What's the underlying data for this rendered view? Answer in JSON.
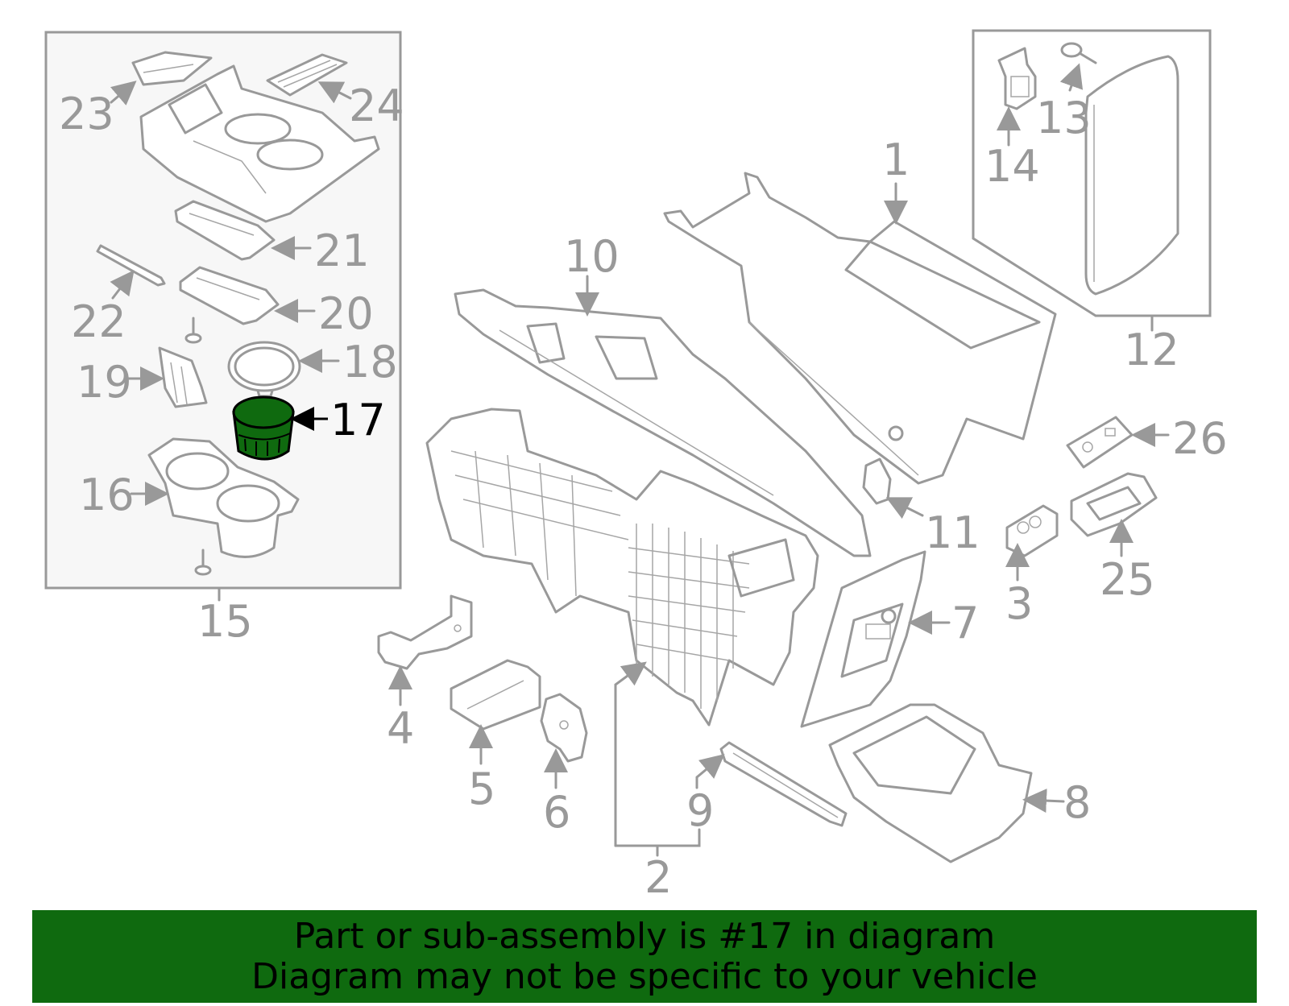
{
  "diagram": {
    "callouts": {
      "c1": "1",
      "c2": "2",
      "c3": "3",
      "c4": "4",
      "c5": "5",
      "c6": "6",
      "c7": "7",
      "c8": "8",
      "c9": "9",
      "c10": "10",
      "c11": "11",
      "c12": "12",
      "c13": "13",
      "c14": "14",
      "c15": "15",
      "c16": "16",
      "c17": "17",
      "c18": "18",
      "c19": "19",
      "c20": "20",
      "c21": "21",
      "c22": "22",
      "c23": "23",
      "c24": "24",
      "c25": "25",
      "c26": "26"
    },
    "highlighted_part": "17",
    "colors": {
      "line": "#999999",
      "highlight_fill": "#0f6a0f",
      "highlight_stroke": "#000000",
      "inset_bg": "#f7f7f7",
      "banner_bg": "#0f6a0f"
    }
  },
  "banner": {
    "line1": "Part or sub-assembly is #17 in diagram",
    "line2": "Diagram may not be specific to your vehicle"
  }
}
